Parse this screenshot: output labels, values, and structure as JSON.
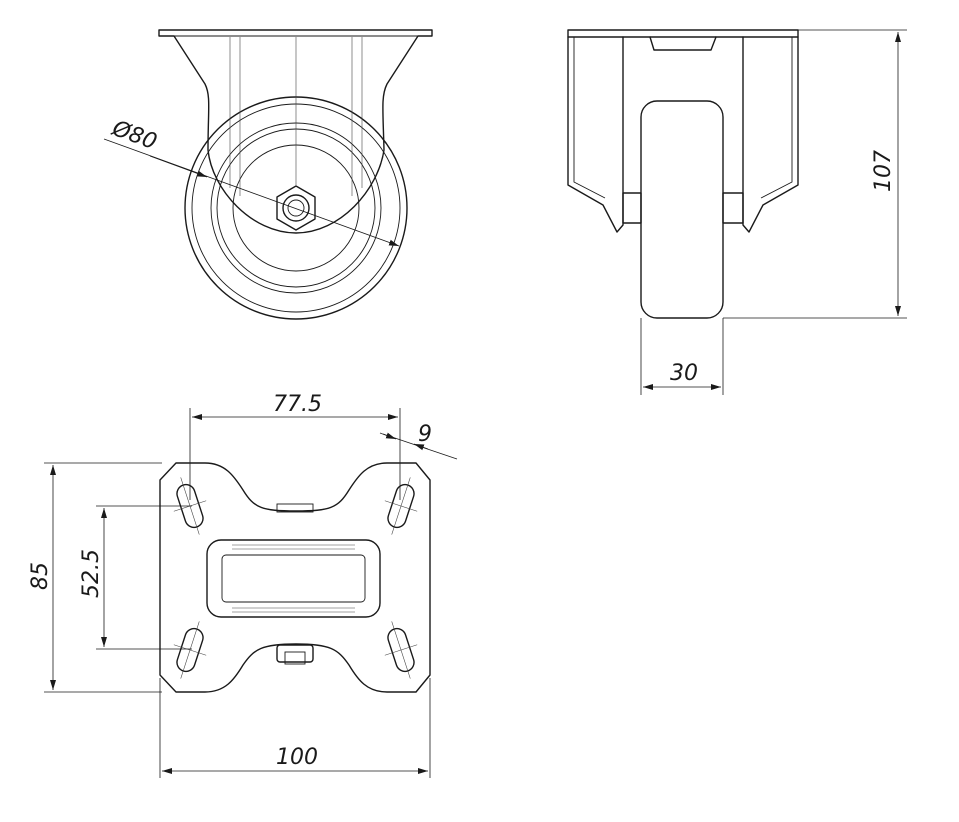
{
  "dimensions": {
    "wheel_diameter": "Ø80",
    "overall_height": "107",
    "wheel_width": "30",
    "hole_spacing_x": "77.5",
    "slot_width": "9",
    "plate_length": "85",
    "hole_spacing_y": "52.5",
    "plate_width": "100"
  }
}
